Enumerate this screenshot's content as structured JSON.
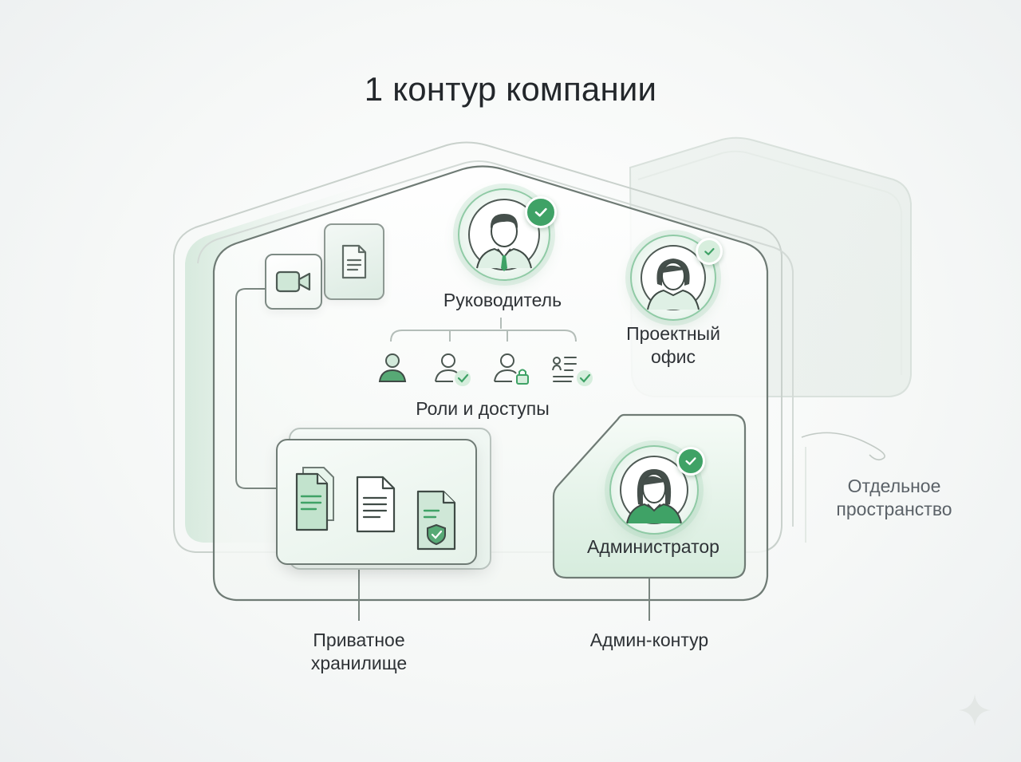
{
  "title": "1 контур компании",
  "nodes": {
    "manager": "Руководитель",
    "project_office": "Проектный\nофис",
    "roles": "Роли и доступы",
    "admin": "Администратор",
    "private_storage": "Приватное\nхранилище",
    "admin_contour": "Админ-контур",
    "separate_space": "Отдельное\nпространство"
  },
  "icons": {
    "video": "video-camera-icon",
    "document": "document-icon",
    "role_user": "user-icon",
    "role_user_check": "user-check-icon",
    "role_user_lock": "user-lock-icon",
    "role_list_check": "list-check-icon",
    "storage_doc_green": "document-green-icon",
    "storage_doc_plain": "document-lines-icon",
    "storage_doc_secure": "document-shield-icon"
  },
  "colors": {
    "accent": "#3fa266",
    "accent_light": "#d7ecdf",
    "outline": "#6f7b75"
  }
}
